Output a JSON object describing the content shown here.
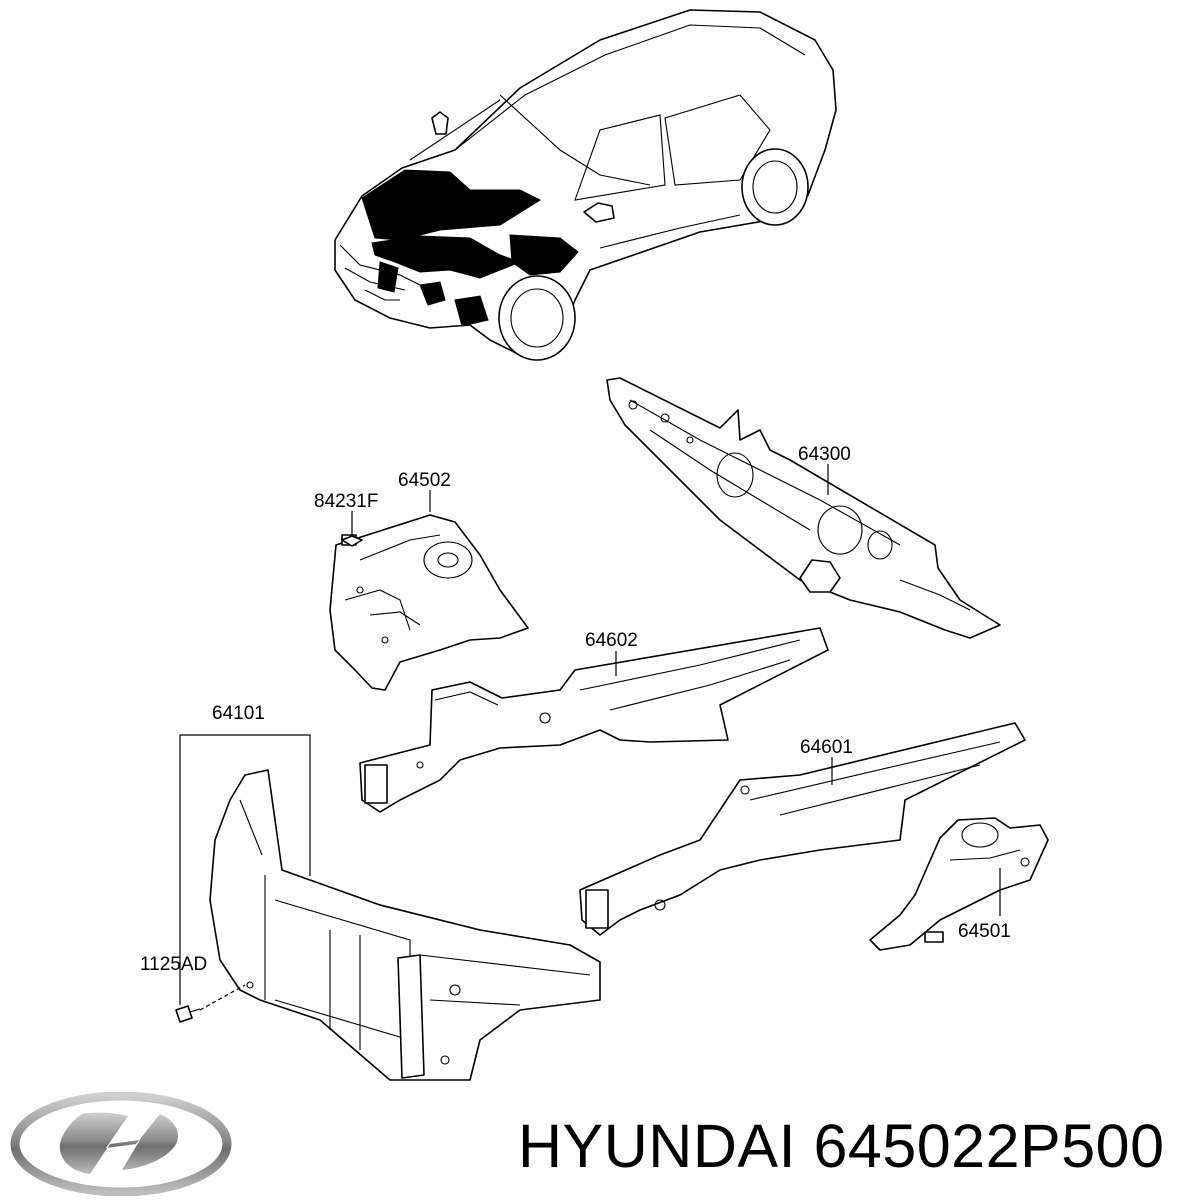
{
  "callouts": {
    "p64300": "64300",
    "p64502": "64502",
    "p84231F": "84231F",
    "p64602": "64602",
    "p64101": "64101",
    "p64601": "64601",
    "p1125AD": "1125AD",
    "p64501": "64501"
  },
  "footer": {
    "brand": "HYUNDAI",
    "part_number": "645022P500"
  },
  "logo": {
    "icon": "hyundai-logo-icon",
    "color": "#8a8a8a"
  }
}
